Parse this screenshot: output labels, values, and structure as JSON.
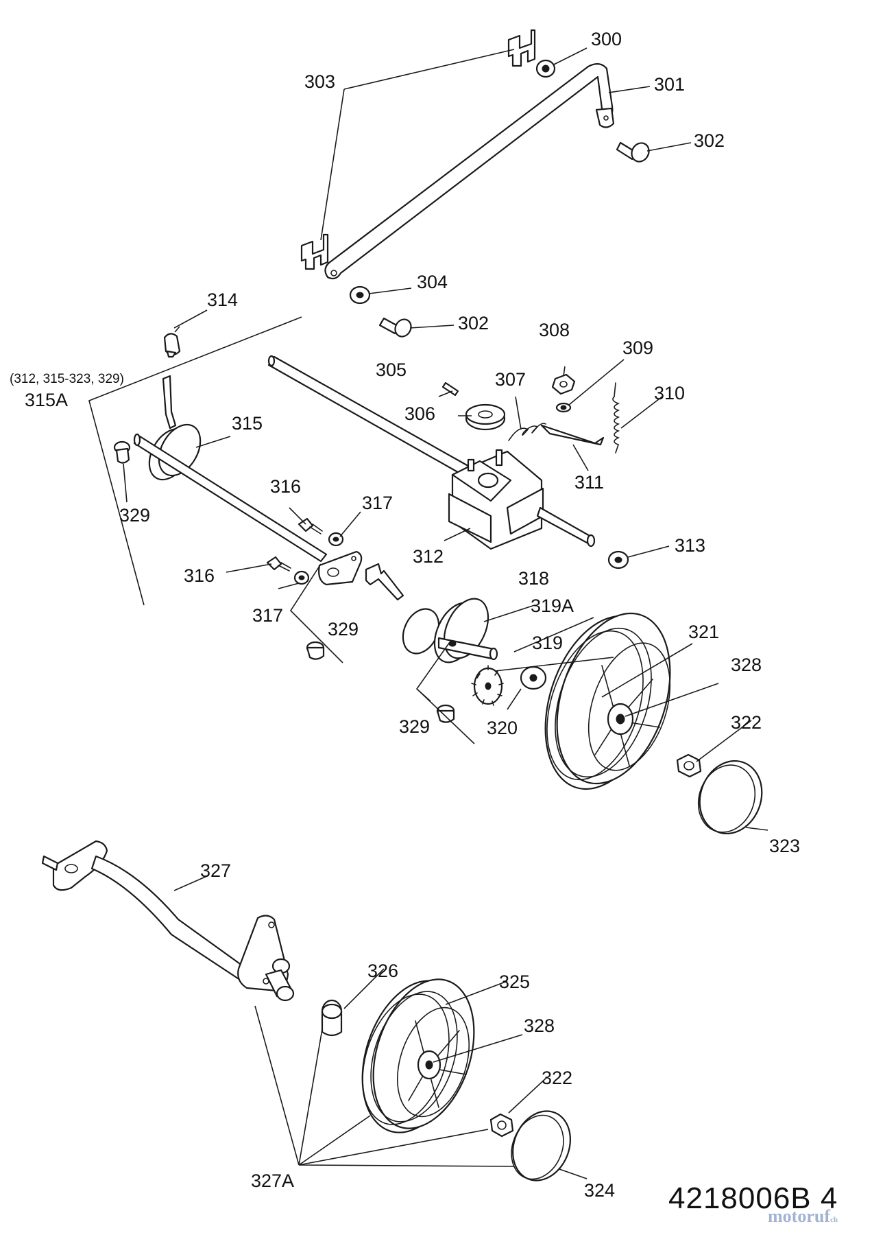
{
  "drawing": {
    "id": "4218006B 4",
    "watermark": "motoruf",
    "watermark_suffix": "ch"
  },
  "labels": {
    "p300": "300",
    "p301": "301",
    "p302a": "302",
    "p302b": "302",
    "p303": "303",
    "p304": "304",
    "p305": "305",
    "p306": "306",
    "p307": "307",
    "p308": "308",
    "p309": "309",
    "p310": "310",
    "p311": "311",
    "p312": "312",
    "p313": "313",
    "p314": "314",
    "p315": "315",
    "p315A": "315A",
    "p315A_note": "(312, 315-323, 329)",
    "p316a": "316",
    "p316b": "316",
    "p317a": "317",
    "p317b": "317",
    "p318": "318",
    "p319": "319",
    "p319A": "319A",
    "p320": "320",
    "p321": "321",
    "p322a": "322",
    "p322b": "322",
    "p323": "323",
    "p324": "324",
    "p325": "325",
    "p326": "326",
    "p327": "327",
    "p327A": "327A",
    "p328a": "328",
    "p328b": "328",
    "p329a": "329",
    "p329b": "329",
    "p329c": "329"
  }
}
